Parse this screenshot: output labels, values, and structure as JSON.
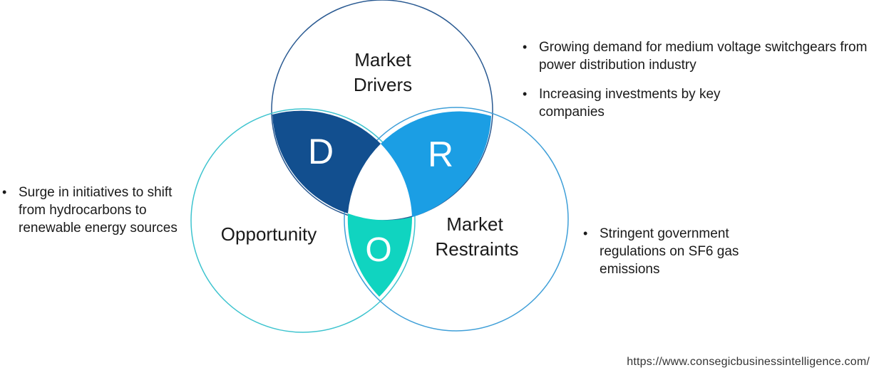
{
  "colors": {
    "drivers_circle": "#2a5a92",
    "opportunity_circle": "#3ec4cf",
    "restraints_circle": "#3f9fd8",
    "segment_d": "#124f8f",
    "segment_r": "#1b9ee4",
    "segment_o": "#10d4c0",
    "segment_text": "#ffffff"
  },
  "circles": {
    "drivers": {
      "label_line1": "Market",
      "label_line2": "Drivers"
    },
    "opportunity": {
      "label": "Opportunity"
    },
    "restraints": {
      "label_line1": "Market",
      "label_line2": "Restraints"
    }
  },
  "segments": {
    "d": "D",
    "r": "R",
    "o": "O"
  },
  "bullets": {
    "drivers": [
      "Growing demand for medium voltage switchgears from power distribution industry",
      "Increasing investments by key companies"
    ],
    "opportunity": [
      "Surge in initiatives to shift from hydrocarbons to renewable energy sources"
    ],
    "restraints": [
      "Stringent government regulations on SF6 gas emissions"
    ]
  },
  "source_url": "https://www.consegicbusinessintelligence.com/"
}
